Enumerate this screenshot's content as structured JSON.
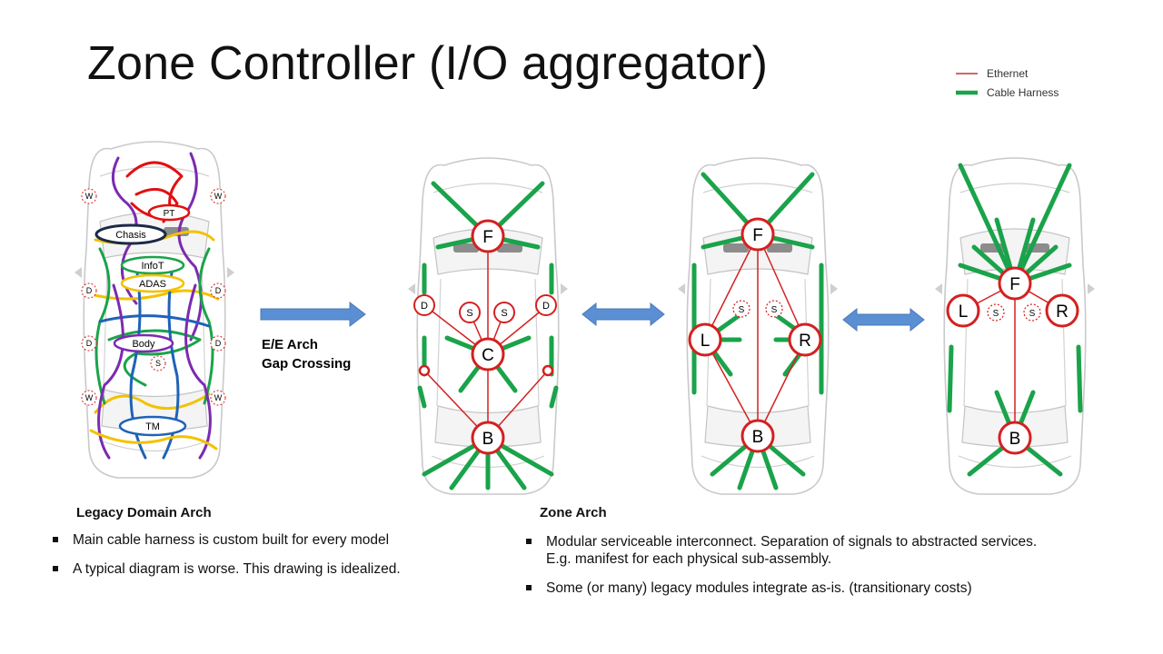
{
  "title": "Zone Controller (I/O aggregator)",
  "legend": [
    {
      "label": "Ethernet",
      "color": "#c0392b",
      "style": "thin"
    },
    {
      "label": "Cable Harness",
      "color": "#1aa34a",
      "style": "thick"
    }
  ],
  "colors": {
    "ethernet": "#d42020",
    "harness": "#1aa34a",
    "arrow": "#5b8fd4",
    "car_outline": "#c9c9c9"
  },
  "legacy_labels": {
    "pt": "PT",
    "chasis": "Chasis",
    "infot": "InfoT",
    "adas": "ADAS",
    "body": "Body",
    "tm": "TM",
    "w": "W",
    "d": "D",
    "s": "S"
  },
  "arrow_caption": {
    "line1": "E/E Arch",
    "line2": "Gap Crossing"
  },
  "central_labels": {
    "f": "F",
    "c": "C",
    "b": "B",
    "s": "S",
    "d": "D"
  },
  "zone_lr_labels": {
    "f": "F",
    "l": "L",
    "r": "R",
    "b": "B",
    "s": "S"
  },
  "zone_front_labels": {
    "f": "F",
    "l": "L",
    "r": "R",
    "b": "B",
    "s": "S"
  },
  "left_section": {
    "heading": "Legacy Domain Arch",
    "bullets": [
      "Main cable harness is custom built for every model",
      "A typical diagram is worse.  This drawing is idealized."
    ]
  },
  "right_section": {
    "heading": "Zone Arch",
    "bullets": [
      "Modular serviceable interconnect.  Separation of signals to abstracted services. E.g. manifest for each physical sub-assembly.",
      "Some (or many) legacy modules integrate as-is.  (transitionary costs)"
    ]
  }
}
